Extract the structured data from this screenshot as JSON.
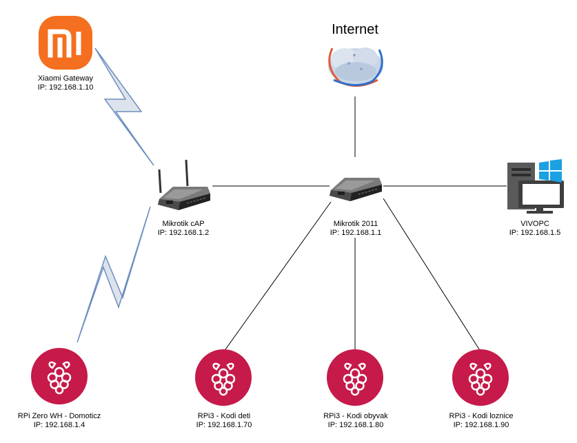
{
  "internet": {
    "title": "Internet"
  },
  "nodes": {
    "xiaomi": {
      "name": "Xiaomi Gateway",
      "ip": "IP: 192.168.1.10",
      "logo_text": "mi",
      "color": "#F46F1F"
    },
    "cap": {
      "name": "Mikrotik cAP",
      "ip": "IP: 192.168.1.2"
    },
    "main": {
      "name": "Mikrotik 2011",
      "ip": "IP: 192.168.1.1"
    },
    "pc": {
      "name": "VIVOPC",
      "ip": "IP: 192.168.1.5",
      "win_color": "#1BA1E2"
    },
    "rpi_zero": {
      "name": "RPi Zero WH - Domoticz",
      "ip": "IP: 192.168.1.4"
    },
    "rpi_deti": {
      "name": "RPi3 - Kodi deti",
      "ip": "IP: 192.168.1.70"
    },
    "rpi_obyvak": {
      "name": "RPi3 - Kodi obyvak",
      "ip": "IP: 192.168.1.80"
    },
    "rpi_loznice": {
      "name": "RPi3 - Kodi loznice",
      "ip": "IP: 192.168.1.90"
    }
  },
  "colors": {
    "rpi": "#C51A4A",
    "wireless_fill": "#DDE3EC",
    "wireless_stroke": "#6C8EBF",
    "line": "#000000"
  },
  "icons": {
    "router": "router-icon",
    "cloud": "internet-cloud-icon",
    "raspberry": "raspberry-pi-icon",
    "windows": "windows-logo-icon",
    "computer": "computer-icon"
  }
}
